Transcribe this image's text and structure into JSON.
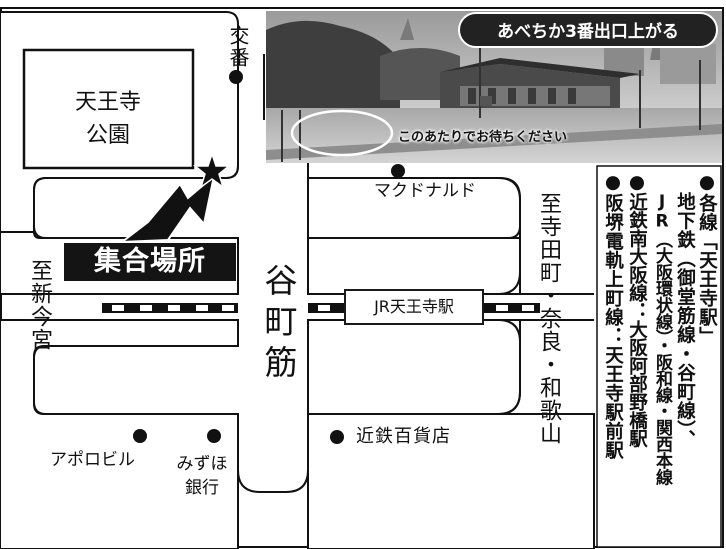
{
  "map": {
    "park": [
      "天王寺",
      "公園"
    ],
    "police_box": "交番",
    "mcdonalds": "マクドナルド",
    "meeting_point": "集合場所",
    "to_shinimamiya": "至新今宮",
    "tanimachi_street": "谷町筋",
    "to_teradacho": "至寺田町・奈良・和歌山",
    "jr_station": "JR天王寺駅",
    "apollo_building": "アポロビル",
    "mizuho_bank": [
      "みずほ",
      "銀行"
    ],
    "kintetsu_store": "近鉄百貨店"
  },
  "photo": {
    "exit_label": "あべちか3番出口上がる",
    "wait_here": "このあたりでお待ちください"
  },
  "access": {
    "lines": [
      "●各線「天王寺駅」",
      "地下鉄（御堂筋線・谷町線）、",
      "JR（大阪環状線）・阪和線・関西本線",
      "●近鉄南大阪線：大阪阿部野橋駅",
      "●阪堺電軌上町線：天王寺駅前駅"
    ]
  }
}
